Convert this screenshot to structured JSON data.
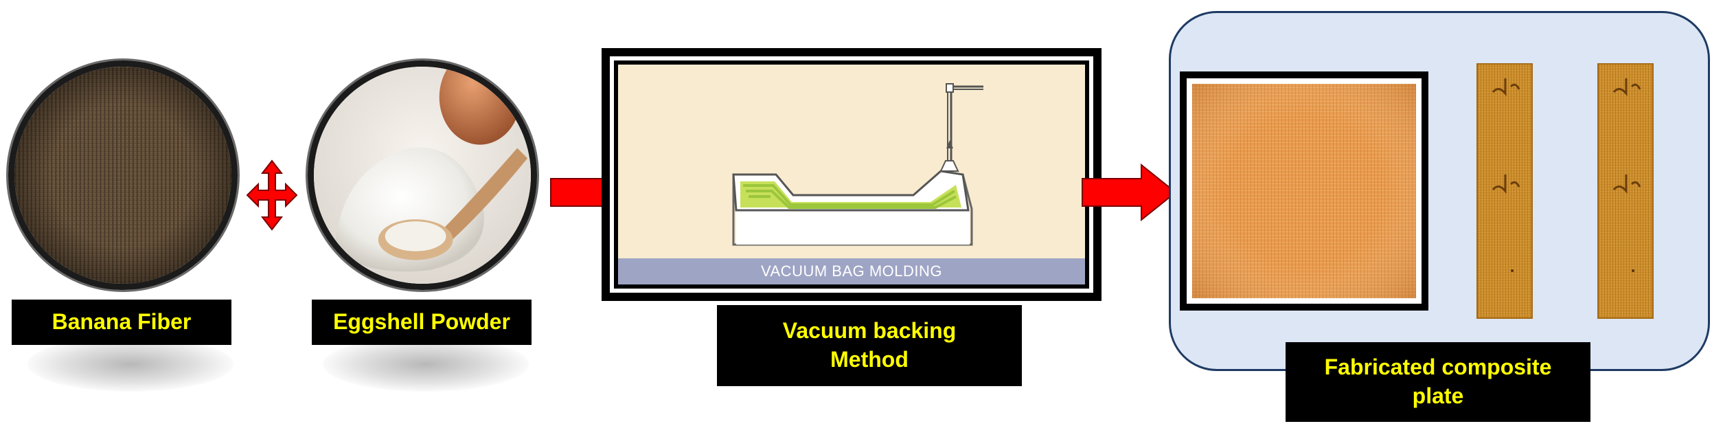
{
  "materials": {
    "fiber_label": "Banana Fiber",
    "powder_label": "Eggshell Powder"
  },
  "process": {
    "diagram_caption": "VACUUM BAG MOLDING",
    "label_line1": "Vacuum backing",
    "label_line2": "Method"
  },
  "result": {
    "label_line1": "Fabricated composite",
    "label_line2": "plate"
  },
  "colors": {
    "label_bg": "#000000",
    "label_text": "#ffff00",
    "arrow": "#ff0000",
    "panel_bg": "#dce6f5",
    "panel_border": "#1f3b63",
    "plate_orange": "#e79a4c",
    "specimen_brown": "#c98a2a"
  },
  "icons": {
    "combine": "four-way-arrow-icon",
    "flow": "right-arrow-icon"
  }
}
